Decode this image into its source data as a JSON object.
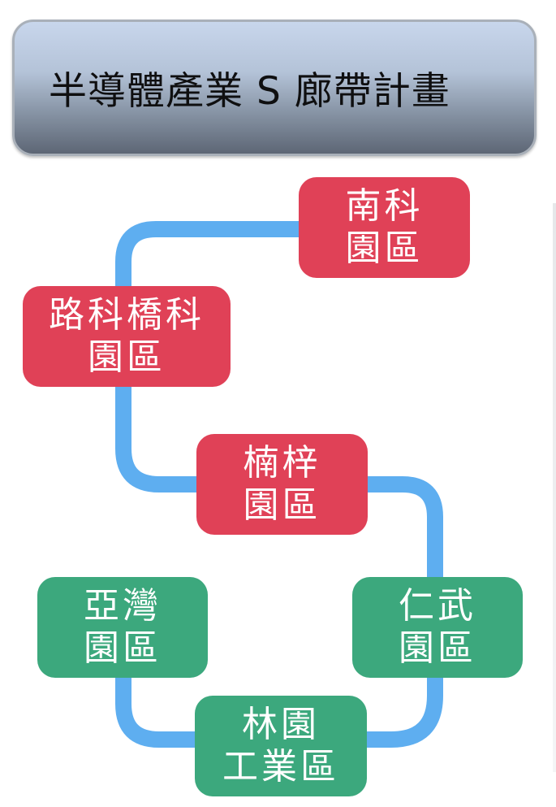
{
  "title": "半導體產業 S 廊帶計畫",
  "colors": {
    "science_park": "#e04157",
    "industrial_park": "#3ca87d",
    "connector": "#5eaef0"
  },
  "nodes": {
    "nanke": {
      "line1": "南科",
      "line2": "園區"
    },
    "luzhu_qiaotou": {
      "line1": "路科橋科",
      "line2": "園區"
    },
    "nanzi": {
      "line1": "楠梓",
      "line2": "園區"
    },
    "renwu": {
      "line1": "仁武",
      "line2": "園區"
    },
    "linyuan": {
      "line1": "林園",
      "line2": "工業區"
    },
    "yawan": {
      "line1": "亞灣",
      "line2": "園區"
    }
  }
}
